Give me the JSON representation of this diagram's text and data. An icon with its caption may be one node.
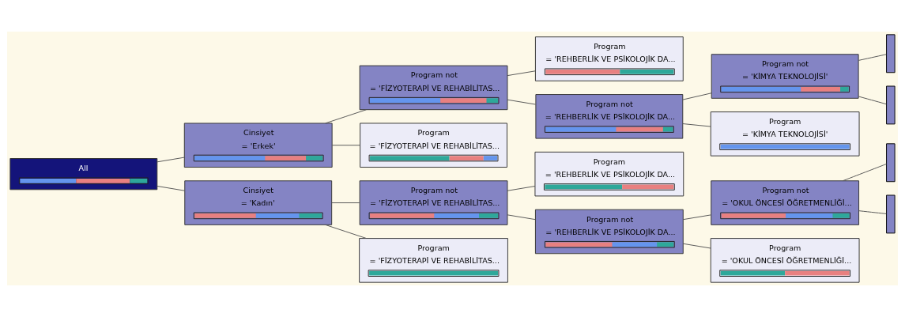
{
  "diagram": {
    "nodes": [
      {
        "text": [
          "All"
        ]
      },
      {
        "text": [
          "Cinsiyet",
          "= 'Erkek'"
        ]
      },
      {
        "text": [
          "Cinsiyet",
          "= 'Kadın'"
        ]
      },
      {
        "text": [
          "Program not",
          "= 'FİZYOTERAPİ VE REHABİLİTAS..."
        ]
      },
      {
        "text": [
          "Program",
          "= 'FİZYOTERAPİ VE REHABİLİTAS..."
        ]
      },
      {
        "text": [
          "Program not",
          "= 'FİZYOTERAPİ VE REHABİLİTAS..."
        ]
      },
      {
        "text": [
          "Program",
          "= 'FİZYOTERAPİ VE REHABİLİTAS..."
        ]
      },
      {
        "text": [
          "Program",
          "= 'REHBERLİK VE PSİKOLOJİK DA..."
        ]
      },
      {
        "text": [
          "Program not",
          "= 'REHBERLİK VE PSİKOLOJİK DA..."
        ]
      },
      {
        "text": [
          "Program",
          "= 'REHBERLİK VE PSİKOLOJİK DA..."
        ]
      },
      {
        "text": [
          "Program not",
          "= 'REHBERLİK VE PSİKOLOJİK DA..."
        ]
      },
      {
        "text": [
          "Program not",
          "= 'KİMYA TEKNOLOJİSİ'"
        ]
      },
      {
        "text": [
          "Program",
          "= 'KİMYA TEKNOLOJİSİ'"
        ]
      },
      {
        "text": [
          "Program not",
          "= 'OKUL ÖNCESİ ÖĞRETMENLİĞİ..."
        ]
      },
      {
        "text": [
          "Program",
          "= 'OKUL ÖNCESİ ÖĞRETMENLİĞİ..."
        ]
      },
      {
        "text": [],
        "shape": "box"
      },
      {
        "text": [],
        "shape": "box"
      },
      {
        "text": [],
        "shape": "box"
      },
      {
        "text": [],
        "shape": "box"
      }
    ],
    "edges": [
      {
        "from": 0,
        "to": 1,
        "arrow": "none"
      },
      {
        "from": 0,
        "to": 2,
        "arrow": "none"
      },
      {
        "from": 1,
        "to": 3,
        "arrow": "none"
      },
      {
        "from": 1,
        "to": 4,
        "arrow": "none"
      },
      {
        "from": 2,
        "to": 5,
        "arrow": "none"
      },
      {
        "from": 2,
        "to": 6,
        "arrow": "none"
      },
      {
        "from": 3,
        "to": 7,
        "arrow": "none"
      },
      {
        "from": 3,
        "to": 8,
        "arrow": "none"
      },
      {
        "from": 5,
        "to": 9,
        "arrow": "none"
      },
      {
        "from": 5,
        "to": 10,
        "arrow": "none"
      },
      {
        "from": 8,
        "to": 11,
        "arrow": "none"
      },
      {
        "from": 8,
        "to": 12,
        "arrow": "none"
      },
      {
        "from": 10,
        "to": 13,
        "arrow": "none"
      },
      {
        "from": 10,
        "to": 14,
        "arrow": "none"
      },
      {
        "from": 11,
        "to": 15,
        "arrow": "none"
      },
      {
        "from": 11,
        "to": 16,
        "arrow": "none"
      },
      {
        "from": 13,
        "to": 17,
        "arrow": "none"
      },
      {
        "from": 13,
        "to": 18,
        "arrow": "none"
      }
    ]
  }
}
